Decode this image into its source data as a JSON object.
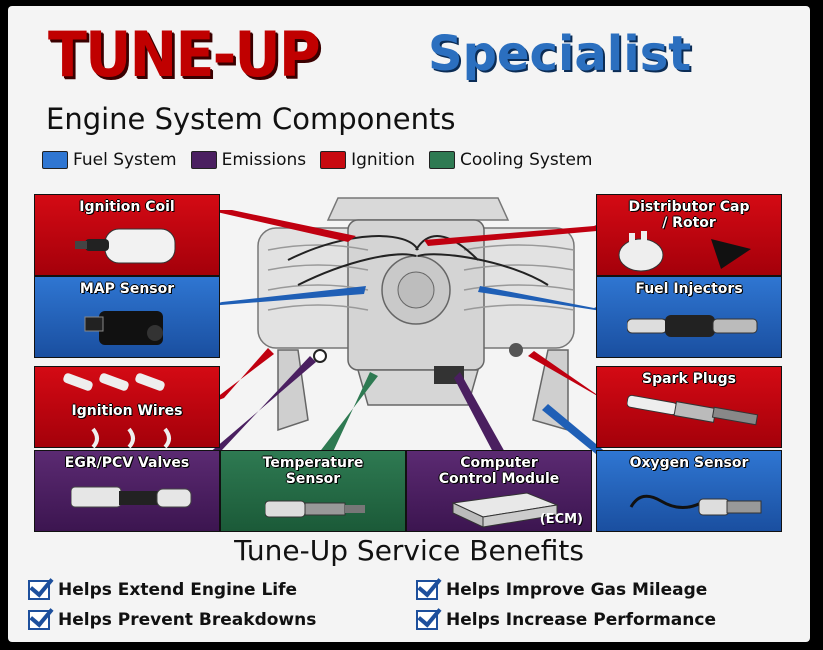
{
  "header": {
    "title_red": "TUNE-UP",
    "title_blue": "Specialist",
    "subtitle": "Engine System Components"
  },
  "legend": [
    {
      "label": "Fuel System",
      "color": "#2f76d2"
    },
    {
      "label": "Emissions",
      "color": "#4a1f60"
    },
    {
      "label": "Ignition",
      "color": "#c80a10"
    },
    {
      "label": "Cooling System",
      "color": "#2e7a52"
    }
  ],
  "components": {
    "ignition_coil": "Ignition Coil",
    "distributor_line1": "Distributor Cap",
    "distributor_line2": "/ Rotor",
    "map_sensor": "MAP Sensor",
    "fuel_injectors": "Fuel Injectors",
    "ignition_wires": "Ignition Wires",
    "spark_plugs": "Spark Plugs",
    "egr_pcv": "EGR/PCV Valves",
    "temp_line1": "Temperature",
    "temp_line2": "Sensor",
    "ccm_line1": "Computer",
    "ccm_line2": "Control Module",
    "ecm": "(ECM)",
    "oxygen_sensor": "Oxygen Sensor"
  },
  "benefits": {
    "title": "Tune-Up Service Benefits",
    "items": [
      "Helps Extend Engine Life",
      "Helps Improve Gas Mileage",
      "Helps Prevent Breakdowns",
      "Helps Increase Performance"
    ]
  }
}
